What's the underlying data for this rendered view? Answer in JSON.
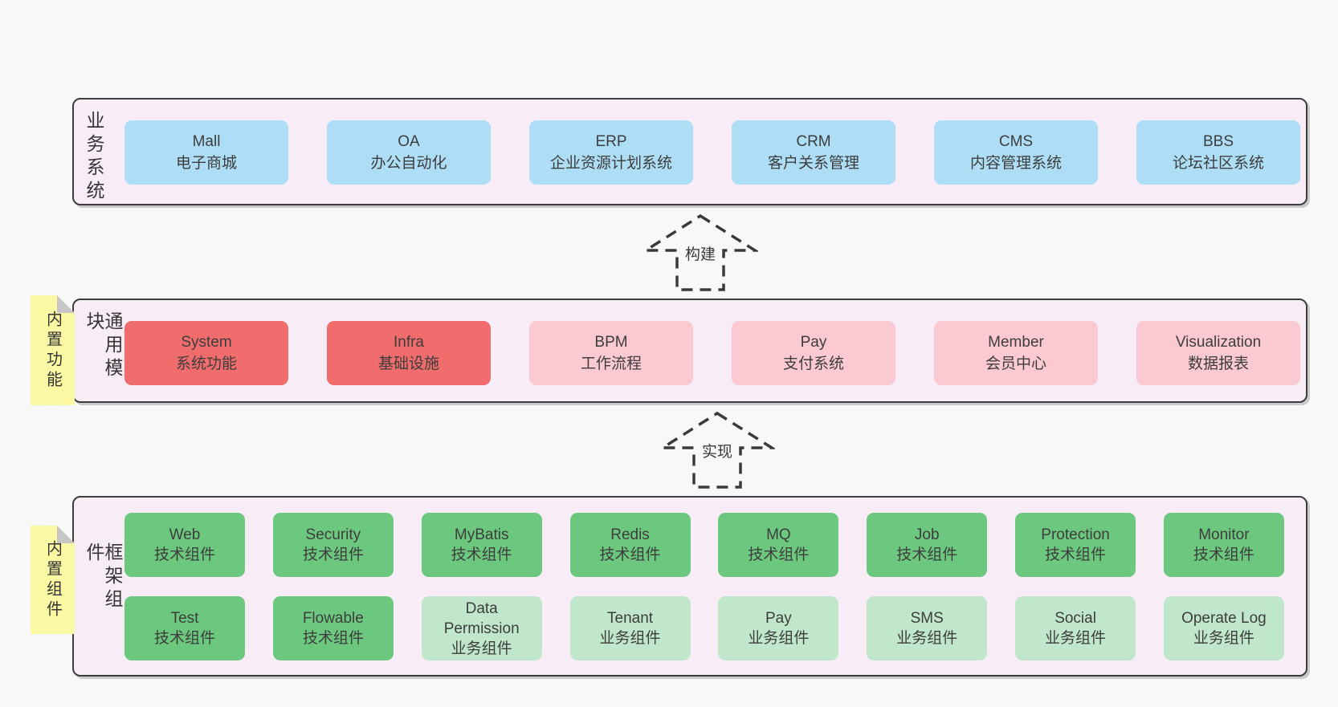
{
  "colors": {
    "page_bg": "#f8f8f8",
    "band_bg": "#f8edf6",
    "band_border": "#3d3d3d",
    "blue": "#aedef5",
    "red": "#f16c6c",
    "pink": "#fac9d2",
    "green": "#6cc87e",
    "light_green": "#c0e7cb",
    "sticky_bg": "#fcf9a4",
    "sticky_fold": "#c6c6c6",
    "text": "#3d3d3d",
    "arrow": "#3a3a3a"
  },
  "layers": [
    {
      "title": "业务系统",
      "boxes": [
        {
          "name": "Mall",
          "desc": "电子商城",
          "variant": "blue"
        },
        {
          "name": "OA",
          "desc": "办公自动化",
          "variant": "blue"
        },
        {
          "name": "ERP",
          "desc": "企业资源计划系统",
          "variant": "blue"
        },
        {
          "name": "CRM",
          "desc": "客户关系管理",
          "variant": "blue"
        },
        {
          "name": "CMS",
          "desc": "内容管理系统",
          "variant": "blue"
        },
        {
          "name": "BBS",
          "desc": "论坛社区系统",
          "variant": "blue"
        }
      ]
    },
    {
      "title": "通用模块",
      "note": "内置功能",
      "boxes": [
        {
          "name": "System",
          "desc": "系统功能",
          "variant": "red"
        },
        {
          "name": "Infra",
          "desc": "基础设施",
          "variant": "red"
        },
        {
          "name": "BPM",
          "desc": "工作流程",
          "variant": "pink"
        },
        {
          "name": "Pay",
          "desc": "支付系统",
          "variant": "pink"
        },
        {
          "name": "Member",
          "desc": "会员中心",
          "variant": "pink"
        },
        {
          "name": "Visualization",
          "desc": "数据报表",
          "variant": "pink"
        }
      ]
    },
    {
      "title": "框架组件",
      "note": "内置组件",
      "rows": [
        [
          {
            "name": "Web",
            "desc": "技术组件",
            "variant": "green"
          },
          {
            "name": "Security",
            "desc": "技术组件",
            "variant": "green"
          },
          {
            "name": "MyBatis",
            "desc": "技术组件",
            "variant": "green"
          },
          {
            "name": "Redis",
            "desc": "技术组件",
            "variant": "green"
          },
          {
            "name": "MQ",
            "desc": "技术组件",
            "variant": "green"
          },
          {
            "name": "Job",
            "desc": "技术组件",
            "variant": "green"
          },
          {
            "name": "Protection",
            "desc": "技术组件",
            "variant": "green"
          },
          {
            "name": "Monitor",
            "desc": "技术组件",
            "variant": "green"
          }
        ],
        [
          {
            "name": "Test",
            "desc": "技术组件",
            "variant": "green"
          },
          {
            "name": "Flowable",
            "desc": "技术组件",
            "variant": "green"
          },
          {
            "name": "Data Permission",
            "desc": "业务组件",
            "variant": "light-green"
          },
          {
            "name": "Tenant",
            "desc": "业务组件",
            "variant": "light-green"
          },
          {
            "name": "Pay",
            "desc": "业务组件",
            "variant": "light-green"
          },
          {
            "name": "SMS",
            "desc": "业务组件",
            "variant": "light-green"
          },
          {
            "name": "Social",
            "desc": "业务组件",
            "variant": "light-green"
          },
          {
            "name": "Operate Log",
            "desc": "业务组件",
            "variant": "light-green"
          }
        ]
      ]
    }
  ],
  "arrows": [
    {
      "label": "构建"
    },
    {
      "label": "实现"
    }
  ]
}
